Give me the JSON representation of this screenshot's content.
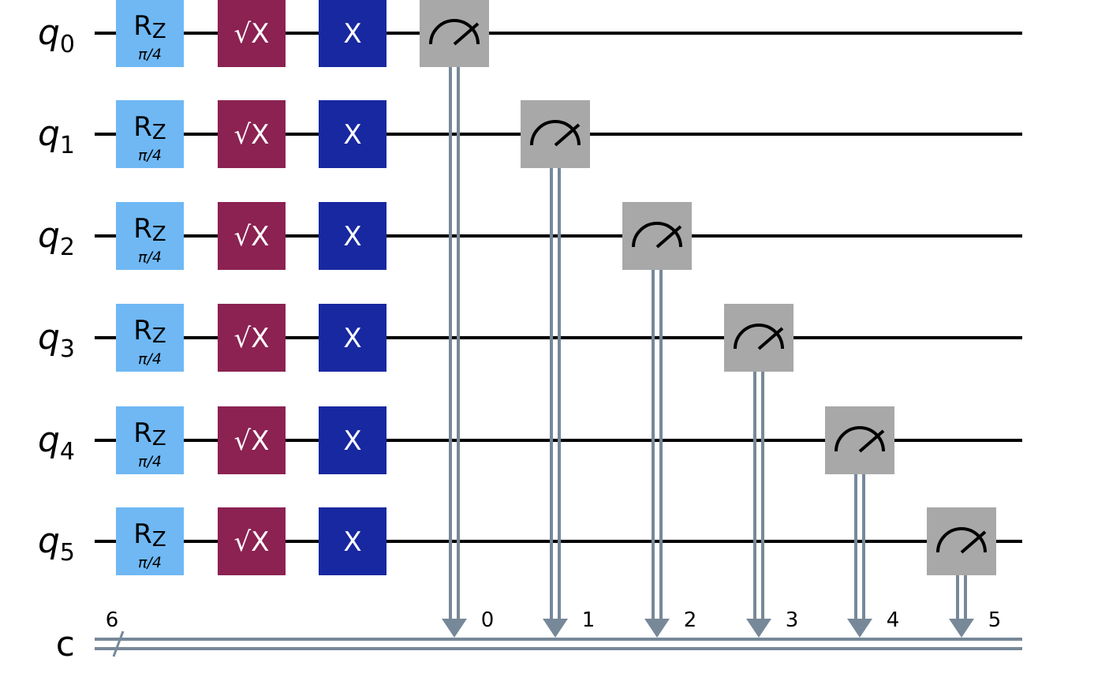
{
  "qubits": [
    {
      "letter": "q",
      "index": "0"
    },
    {
      "letter": "q",
      "index": "1"
    },
    {
      "letter": "q",
      "index": "2"
    },
    {
      "letter": "q",
      "index": "3"
    },
    {
      "letter": "q",
      "index": "4"
    },
    {
      "letter": "q",
      "index": "5"
    }
  ],
  "classical_register": {
    "label": "c",
    "size": "6"
  },
  "gate_columns": [
    {
      "type": "rz",
      "name": "R",
      "subscript": "Z",
      "param": "π/4",
      "color": "#6fb8f4",
      "text_color": "#000000"
    },
    {
      "type": "sx",
      "name": "√X",
      "color": "#8b2252",
      "text_color": "#ffffff"
    },
    {
      "type": "x",
      "name": "X",
      "color": "#1828a0",
      "text_color": "#ffffff"
    }
  ],
  "measurements": [
    {
      "qubit": 0,
      "clbit": "0"
    },
    {
      "qubit": 1,
      "clbit": "1"
    },
    {
      "qubit": 2,
      "clbit": "2"
    },
    {
      "qubit": 3,
      "clbit": "3"
    },
    {
      "qubit": 4,
      "clbit": "4"
    },
    {
      "qubit": 5,
      "clbit": "5"
    }
  ],
  "colors": {
    "wire": "#000000",
    "classical_wire": "#778899",
    "measure_box": "#a8a8a8",
    "measure_icon": "#000000"
  },
  "icons": {
    "measure": "meter-icon",
    "register_size": "slash-icon"
  }
}
